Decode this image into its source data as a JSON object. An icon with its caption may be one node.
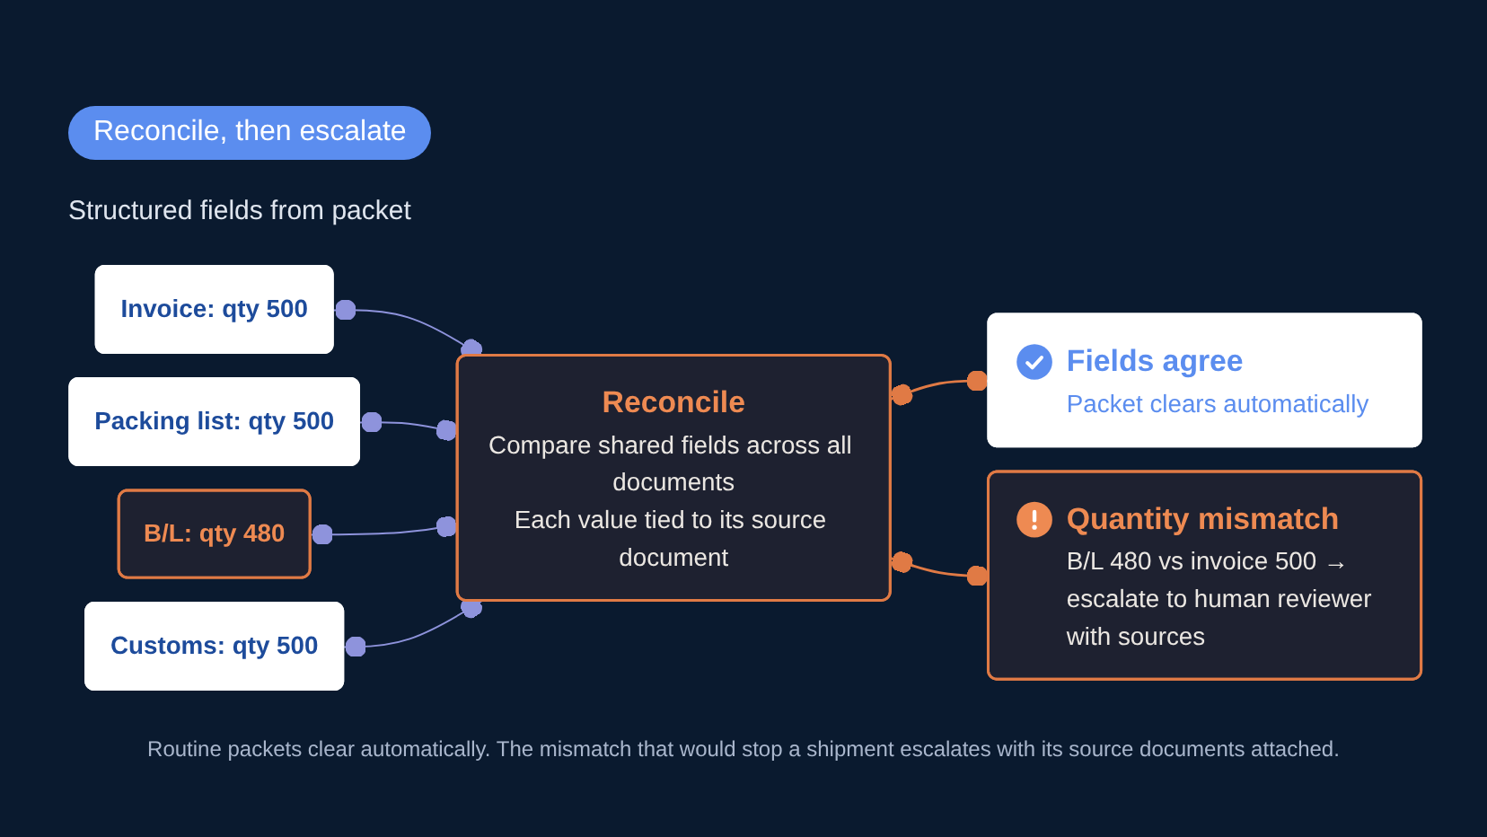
{
  "diagram": {
    "title": "Reconcile, then escalate",
    "caption": "Routine packets clear automatically. The mismatch that would stop a shipment escalates with its source documents attached.",
    "nodes": [
      {
        "text": [
          "Invoice: qty 500"
        ]
      },
      {
        "text": [
          "Packing list: qty 500"
        ]
      },
      {
        "text": [
          "B/L: qty 480"
        ]
      },
      {
        "text": [
          "Customs: qty 500"
        ]
      },
      {
        "text": [
          "Reconcile",
          "Compare shared fields across all documents",
          "Each value tied to its source document"
        ]
      },
      {
        "text": [
          "Fields agree",
          "Packet clears automatically"
        ]
      },
      {
        "text": [
          "Quantity mismatch",
          "B/L 480 vs invoice 500 → escalate to human reviewer with sources"
        ]
      }
    ],
    "edges": [
      {
        "from": 0,
        "to": 4,
        "arrow": "other"
      },
      {
        "from": 1,
        "to": 4,
        "arrow": "other"
      },
      {
        "from": 2,
        "to": 4,
        "arrow": "other"
      },
      {
        "from": 3,
        "to": 4,
        "arrow": "other"
      },
      {
        "from": 4,
        "to": 5,
        "arrow": "other",
        "color": "#e07a45"
      },
      {
        "from": 4,
        "to": 6,
        "arrow": "other",
        "color": "#e07a45"
      }
    ],
    "labels": [
      "Structured fields from packet"
    ]
  }
}
